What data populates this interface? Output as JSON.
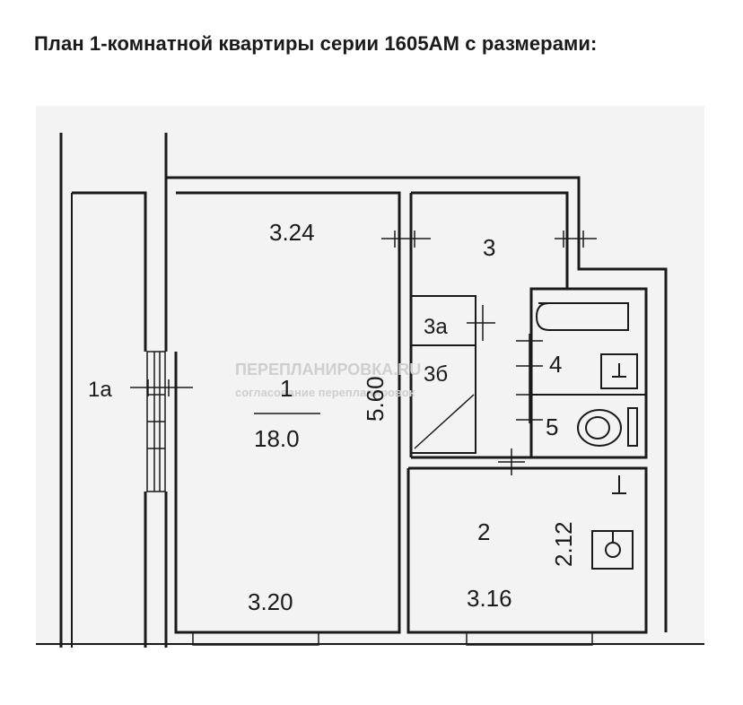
{
  "title": "План 1-комнатной квартиры серии 1605АМ с размерами:",
  "watermark": {
    "line1": "ПЕРЕПЛАНИРОВКА.RU",
    "line2": "согласование перепланировок"
  },
  "rooms": {
    "balcony": "1а",
    "living_number": "1",
    "living_area": "18.0",
    "hall": "3",
    "storage_a": "3а",
    "storage_b": "3б",
    "bathroom": "4",
    "toilet": "5",
    "kitchen": "2"
  },
  "dimensions": {
    "living_width_top": "3.24",
    "living_length": "5.60",
    "living_width_bottom": "3.20",
    "kitchen_depth": "2.12",
    "kitchen_width": "3.16"
  },
  "colors": {
    "wall": "#1a1a1a",
    "fill": "#f2f2f2",
    "text": "#1a1a1a",
    "watermark": "#cfcfcf"
  }
}
